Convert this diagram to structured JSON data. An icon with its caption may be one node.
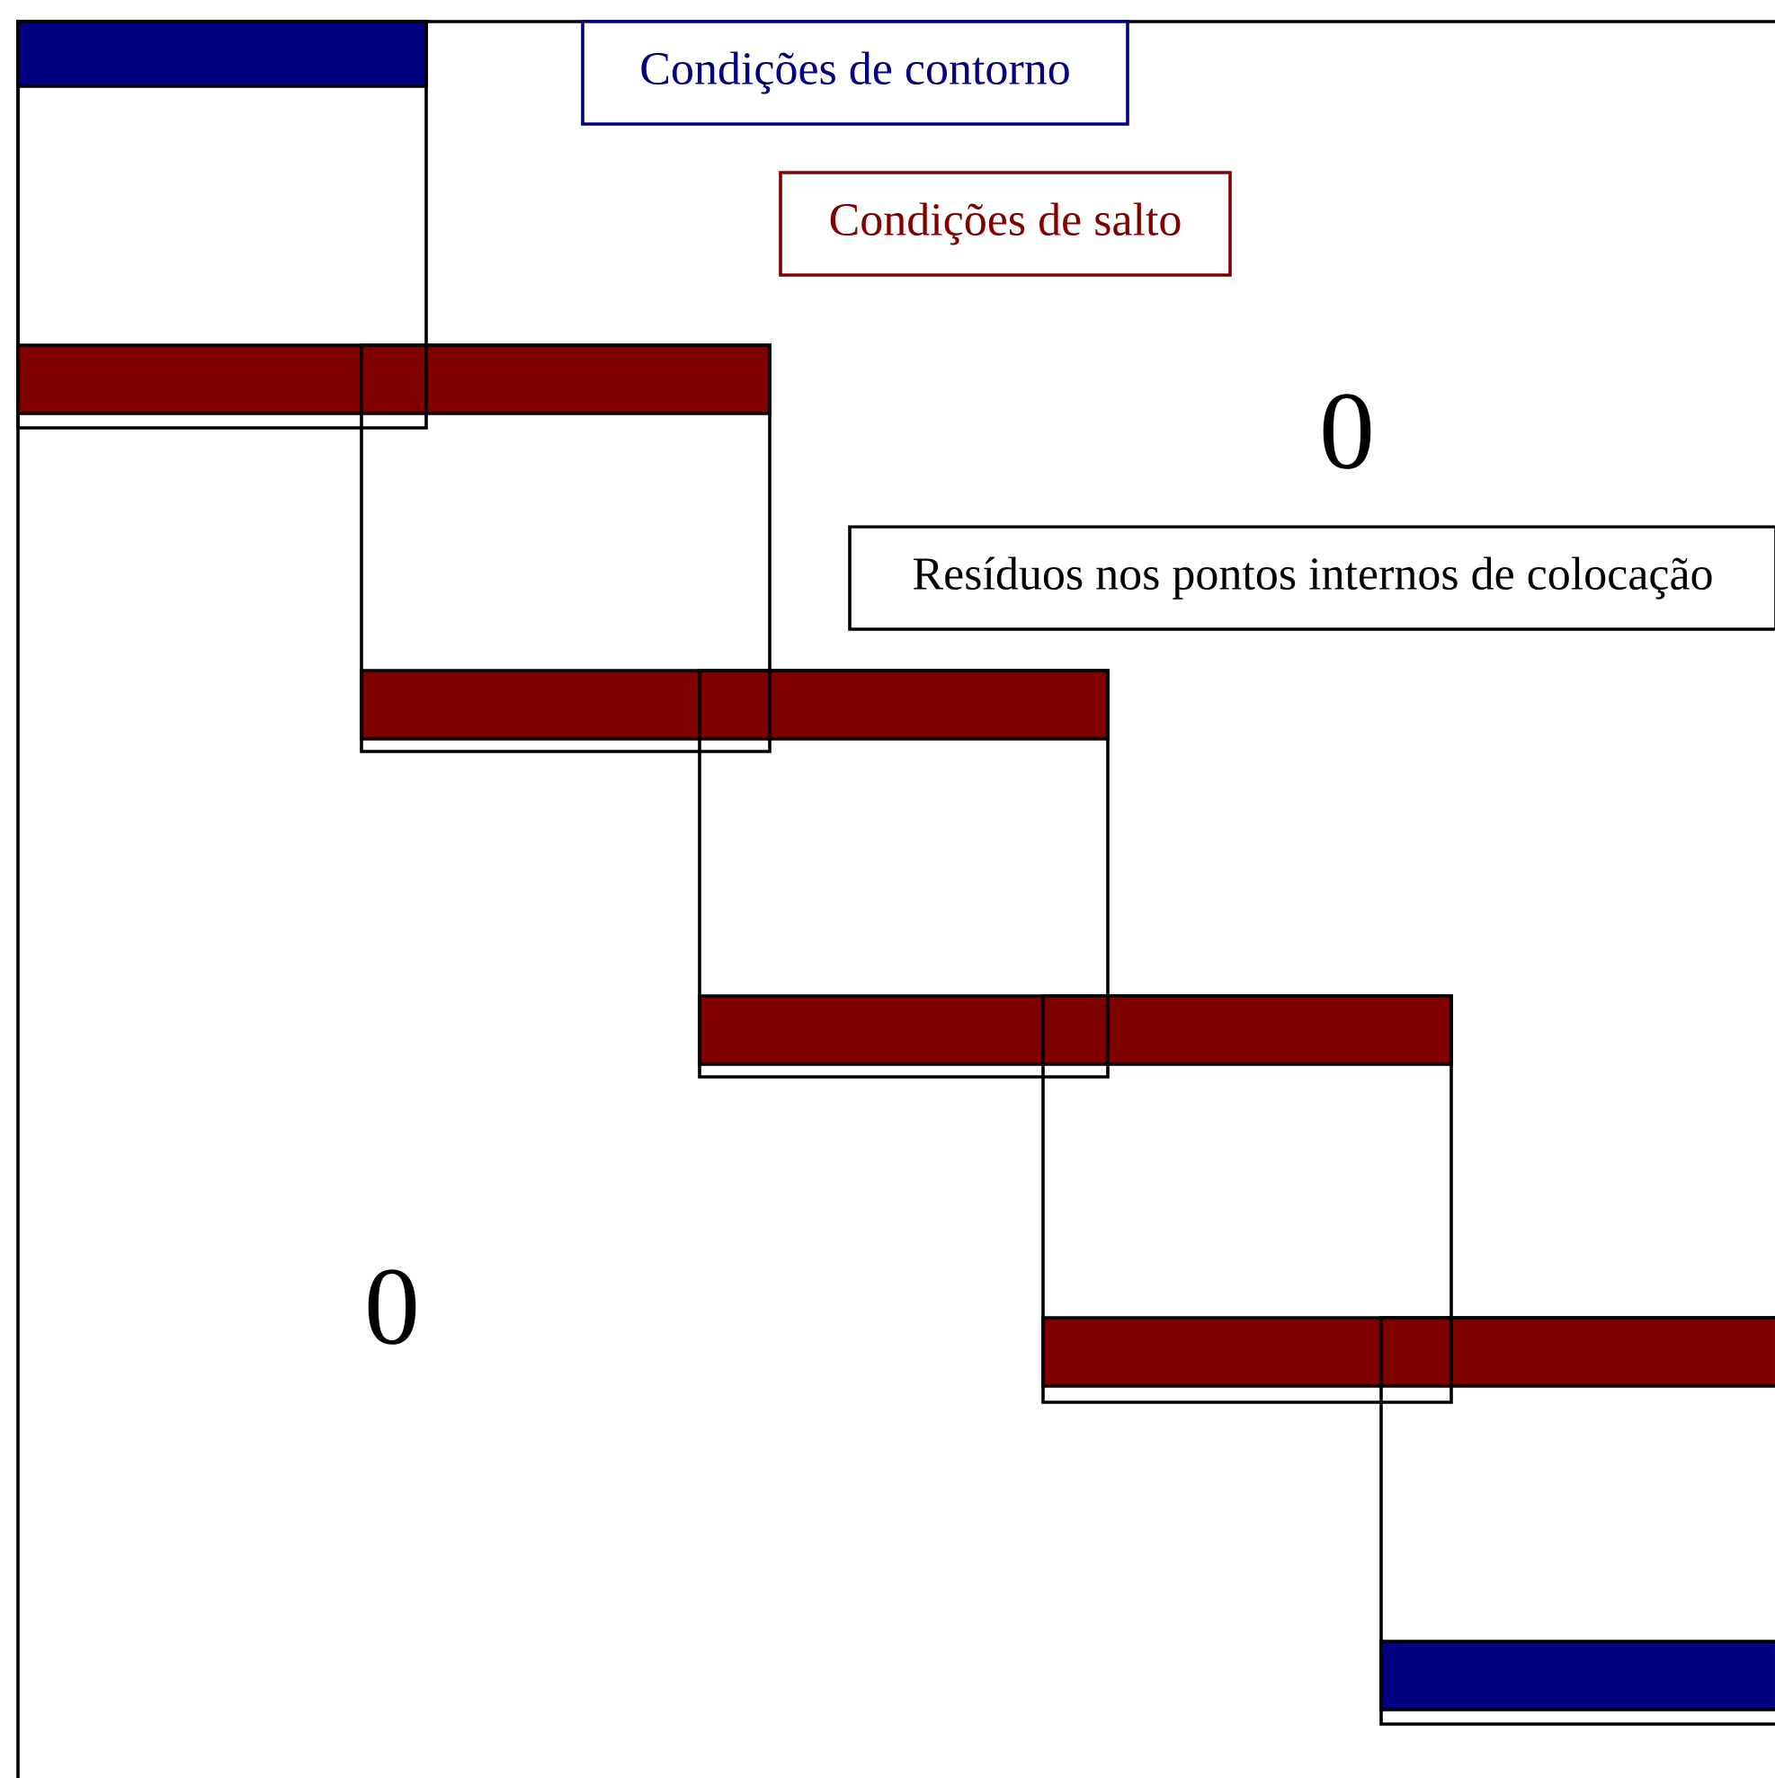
{
  "diagram": {
    "nodes": [
      {
        "text": [
          "Condições de contorno"
        ]
      },
      {
        "text": [
          "Condições de salto"
        ]
      },
      {
        "text": [
          "Resíduos nos pontos internos de colocação"
        ]
      }
    ],
    "labels": [
      "0",
      "0"
    ]
  }
}
